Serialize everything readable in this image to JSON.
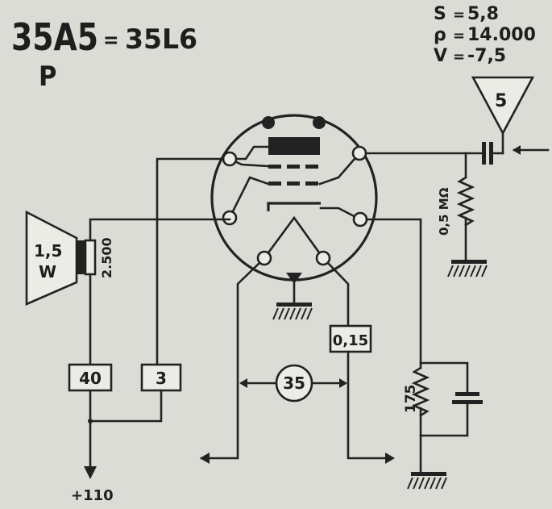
{
  "title": {
    "tube": "35A5",
    "separator": "=",
    "equivalent": "35L6",
    "type_letter": "P"
  },
  "params": [
    {
      "symbol": "S",
      "eq": "=",
      "value": "5,8"
    },
    {
      "symbol": "ρ",
      "eq": "=",
      "value": "14.000"
    },
    {
      "symbol": "V",
      "eq": "=",
      "value": "-7,5"
    }
  ],
  "components": {
    "input_triangle": "5",
    "grid_resistor": "0,5 MΩ",
    "speaker_power": "1,5",
    "speaker_unit": "W",
    "transformer_impedance": "2.500",
    "box_plate": "40",
    "box_screen": "3",
    "box_heater": "0,15",
    "heater_circle": "35",
    "cathode_resistor": "175",
    "supply": "+110"
  },
  "colors": {
    "background": "#dcdcd6",
    "ink": "#222222",
    "box_fill": "#ecece6"
  }
}
